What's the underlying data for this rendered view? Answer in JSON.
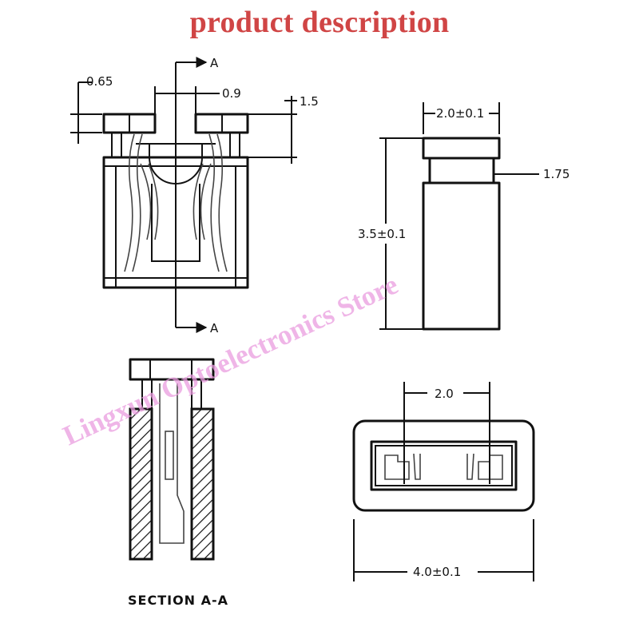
{
  "page": {
    "title": "product description",
    "title_color": "#d04545",
    "watermark_text": "Lingxun Optoelectronics Store",
    "watermark_color": "#ea9ddf"
  },
  "labels": {
    "front_view": {
      "section_marker_top": "A",
      "section_marker_bottom": "A",
      "dim_065": "0.65",
      "dim_09": "0.9",
      "dim_15": "1.5"
    },
    "side_view": {
      "dim_width": "2.0±0.1",
      "dim_height": "3.5±0.1",
      "dim_step": "1.75"
    },
    "section_view": {
      "caption": "SECTION A-A"
    },
    "top_view": {
      "dim_pitch": "2.0",
      "dim_width": "4.0±0.1"
    }
  }
}
